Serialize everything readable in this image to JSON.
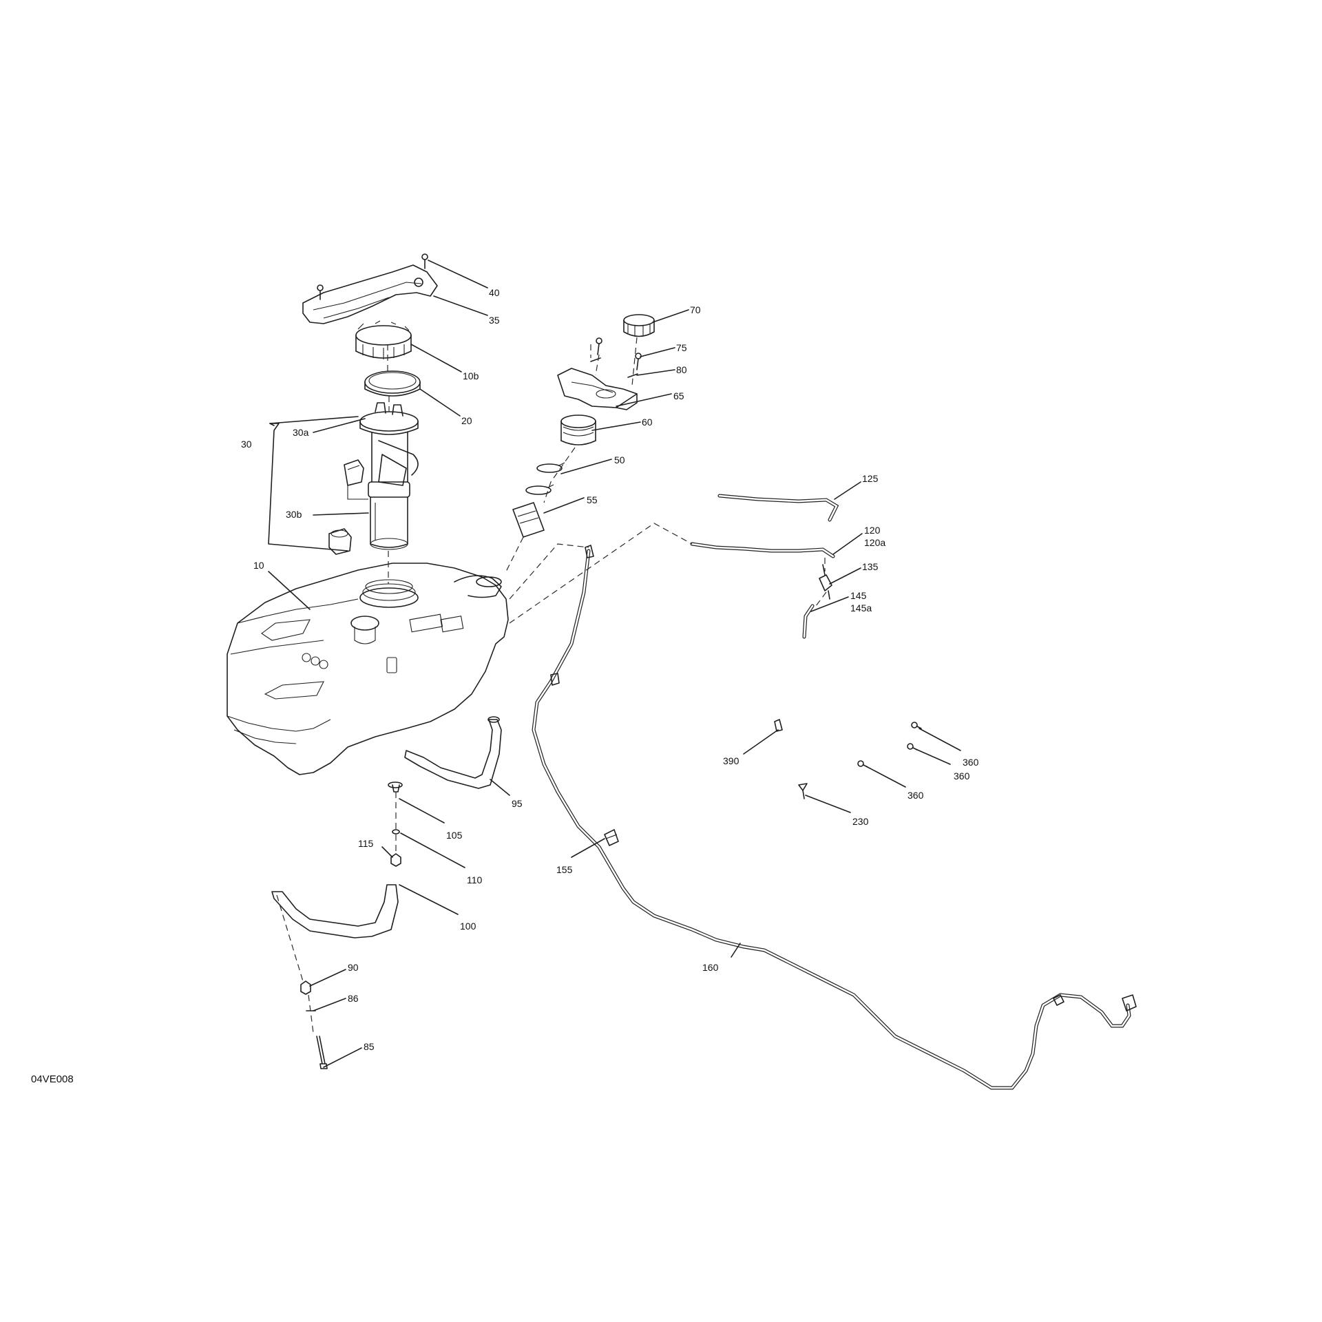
{
  "figure_id": "04VE008",
  "callouts": [
    {
      "id": "c40",
      "text": "40"
    },
    {
      "id": "c35",
      "text": "35"
    },
    {
      "id": "c10b",
      "text": "10b"
    },
    {
      "id": "c20",
      "text": "20"
    },
    {
      "id": "c30",
      "text": "30"
    },
    {
      "id": "c30a",
      "text": "30a"
    },
    {
      "id": "c30b",
      "text": "30b"
    },
    {
      "id": "c10",
      "text": "10"
    },
    {
      "id": "c70",
      "text": "70"
    },
    {
      "id": "c75",
      "text": "75"
    },
    {
      "id": "c80",
      "text": "80"
    },
    {
      "id": "c65",
      "text": "65"
    },
    {
      "id": "c60",
      "text": "60"
    },
    {
      "id": "c50",
      "text": "50"
    },
    {
      "id": "c55",
      "text": "55"
    },
    {
      "id": "c125",
      "text": "125"
    },
    {
      "id": "c120",
      "text": "120"
    },
    {
      "id": "c120a",
      "text": "120a"
    },
    {
      "id": "c135",
      "text": "135"
    },
    {
      "id": "c145",
      "text": "145"
    },
    {
      "id": "c145a",
      "text": "145a"
    },
    {
      "id": "c390",
      "text": "390"
    },
    {
      "id": "c360a",
      "text": "360"
    },
    {
      "id": "c360b",
      "text": "360"
    },
    {
      "id": "c360c",
      "text": "360"
    },
    {
      "id": "c230",
      "text": "230"
    },
    {
      "id": "c95",
      "text": "95"
    },
    {
      "id": "c105",
      "text": "105"
    },
    {
      "id": "c115",
      "text": "115"
    },
    {
      "id": "c110",
      "text": "110"
    },
    {
      "id": "c155",
      "text": "155"
    },
    {
      "id": "c100",
      "text": "100"
    },
    {
      "id": "c160",
      "text": "160"
    },
    {
      "id": "c90",
      "text": "90"
    },
    {
      "id": "c86",
      "text": "86"
    },
    {
      "id": "c85",
      "text": "85"
    }
  ]
}
